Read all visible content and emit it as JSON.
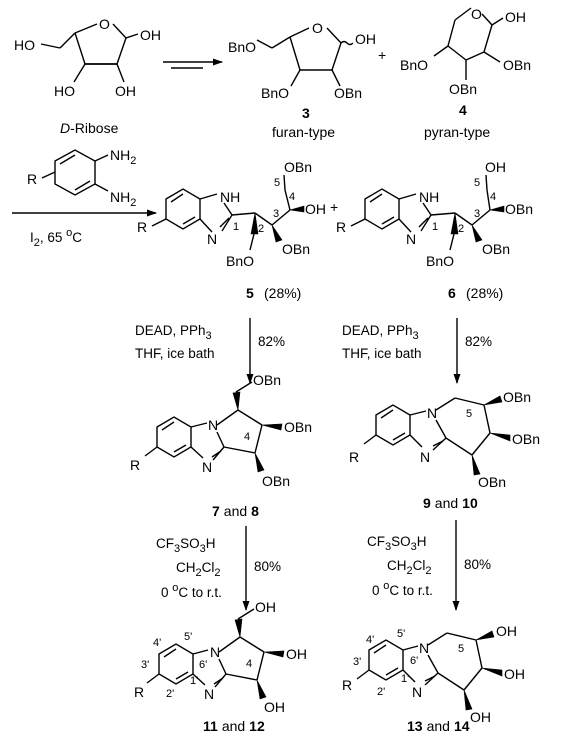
{
  "labels": {
    "d_ribose_prefix": "D",
    "d_ribose_suffix": "-Ribose",
    "c3": "3",
    "c3_desc": "furan-type",
    "c4": "4",
    "c4_desc": "pyran-type",
    "plus": "+",
    "c5": "5",
    "c5_yield": "(28%)",
    "c6": "6",
    "c6_yield": "(28%)",
    "c7": "7",
    "c8": "8",
    "c9": "9",
    "c10": "10",
    "c11": "11",
    "c12": "12",
    "c13": "13",
    "c14": "14",
    "and": "and"
  },
  "atoms": {
    "HO": "HO",
    "OH": "OH",
    "O": "O",
    "BnO": "BnO",
    "OBn": "OBn",
    "NH": "NH",
    "N": "N",
    "R": "R",
    "NH2": "NH",
    "sub2": "2",
    "num1": "1",
    "num2": "2",
    "num3": "3",
    "num4": "4",
    "num5": "5",
    "p1": "1'",
    "p2": "2'",
    "p3": "3'",
    "p4": "4'",
    "p5": "5'",
    "p6": "6'"
  },
  "conditions": {
    "step1": {
      "reagent": "I",
      "sub": "2",
      "rest": ", 65 ",
      "deg": "o",
      "unit": "C"
    },
    "step2": {
      "line1": "DEAD, PPh",
      "line1_sub": "3",
      "line2": "THF, ice bath",
      "yield": "82%"
    },
    "step3": {
      "line1a": "CF",
      "line1b": "SO",
      "line1c": "H",
      "sub3": "3",
      "line2a": "CH",
      "line2b": "Cl",
      "sub2": "2",
      "line3a": "0 ",
      "deg": "o",
      "line3b": "C to r.t.",
      "yield": "80%"
    }
  }
}
